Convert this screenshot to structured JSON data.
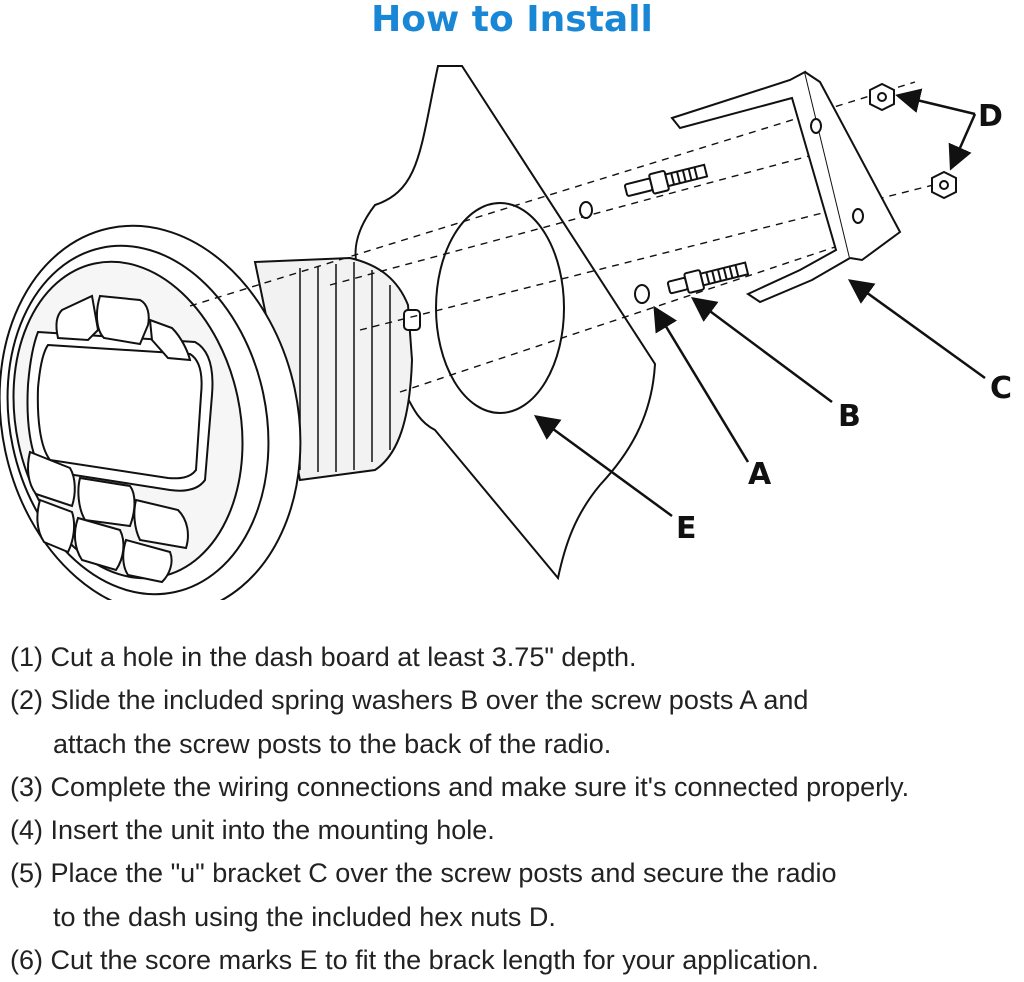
{
  "header": {
    "title": "How to Install"
  },
  "callouts": {
    "a": "A",
    "b": "B",
    "c": "C",
    "d": "D",
    "e": "E"
  },
  "instructions": {
    "step1": "(1) Cut a hole in the dash board at least 3.75\" depth.",
    "step2_line1": "(2) Slide the included spring washers B over the screw posts A and",
    "step2_line2": "attach the screw posts to the back of the radio.",
    "step3": "(3) Complete the wiring connections and make sure it's connected properly.",
    "step4": "(4) Insert the unit into the mounting hole.",
    "step5_line1": "(5) Place the \"u\" bracket C over the screw posts and secure the radio",
    "step5_line2": "to the dash using the included hex nuts D.",
    "step6": "(6) Cut the score marks E to fit the brack length for your application."
  },
  "colors": {
    "title": "#1a86d6",
    "text": "#222222",
    "line": "#111111"
  }
}
